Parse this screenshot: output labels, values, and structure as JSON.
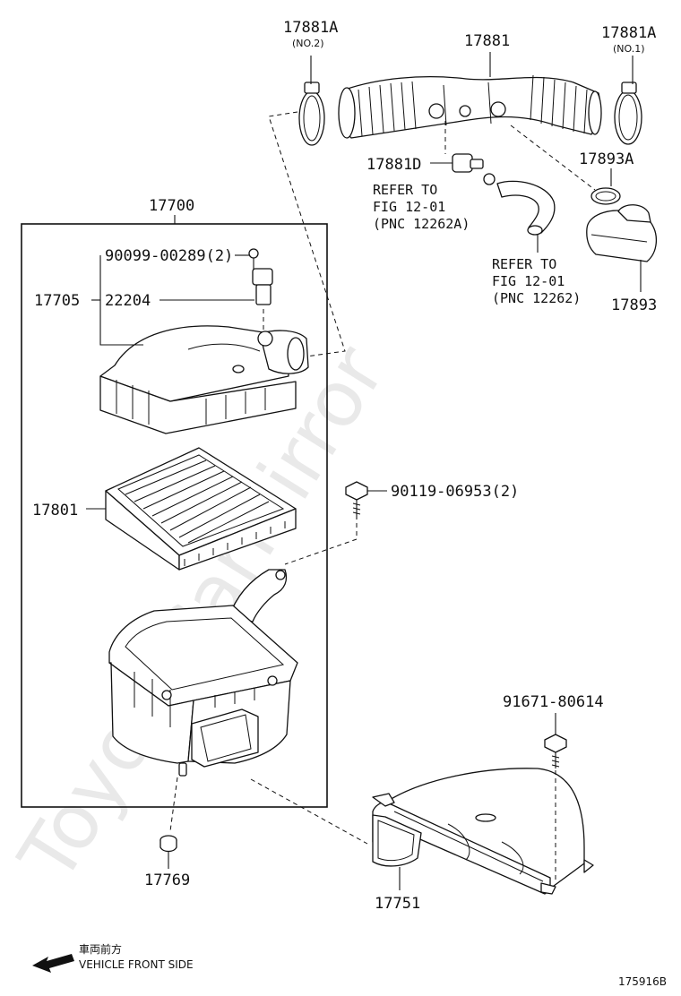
{
  "labels": {
    "clamp_no2": "17881A",
    "clamp_no2_sub": "(NO.2)",
    "hose": "17881",
    "clamp_no1": "17881A",
    "clamp_no1_sub": "(NO.1)",
    "fitting": "17881D",
    "clamp_17893a": "17893A",
    "refer1_line1": "REFER TO",
    "refer1_line2": "FIG 12-01",
    "refer1_line3": "(PNC 12262A)",
    "refer2_line1": "REFER TO",
    "refer2_line2": "FIG 12-01",
    "refer2_line3": "(PNC 12262)",
    "resonator": "17893",
    "assembly": "17700",
    "screw_top": "90099-00289(2)",
    "cap_sub": "17705",
    "sensor": "22204",
    "element": "17801",
    "bolt_mid": "90119-06953(2)",
    "bolt_right": "91671-80614",
    "grommet": "17769",
    "duct": "17751"
  },
  "footer": {
    "direction_jp": "車両前方",
    "direction_en": "VEHICLE FRONT SIDE",
    "drawing_no": "175916B"
  },
  "watermark": "ToyotaCarMirror"
}
